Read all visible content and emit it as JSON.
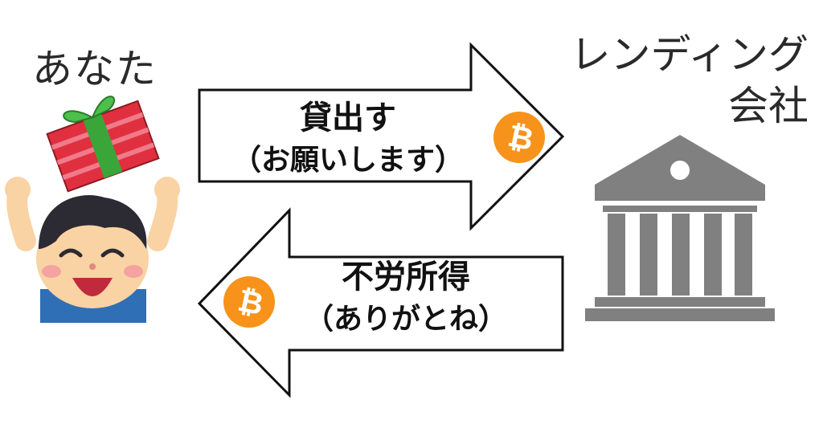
{
  "you": {
    "label": "あなた"
  },
  "company": {
    "label_line1": "レンディング",
    "label_line2": "会社"
  },
  "lend_arrow": {
    "title": "貸出す",
    "subtitle": "（お願いします）"
  },
  "return_arrow": {
    "title": "不労所得",
    "subtitle": "（ありがとね）"
  },
  "colors": {
    "bitcoin": "#f7931a",
    "bank": "#808080",
    "gift_red": "#e0303f",
    "gift_ribbon": "#3aa63a",
    "skin": "#f9d3a4",
    "hair": "#2c2a33",
    "shirt": "#2f6fb5"
  },
  "icons": [
    "gift-icon",
    "happy-person-icon",
    "bitcoin-icon",
    "bank-building-icon"
  ]
}
